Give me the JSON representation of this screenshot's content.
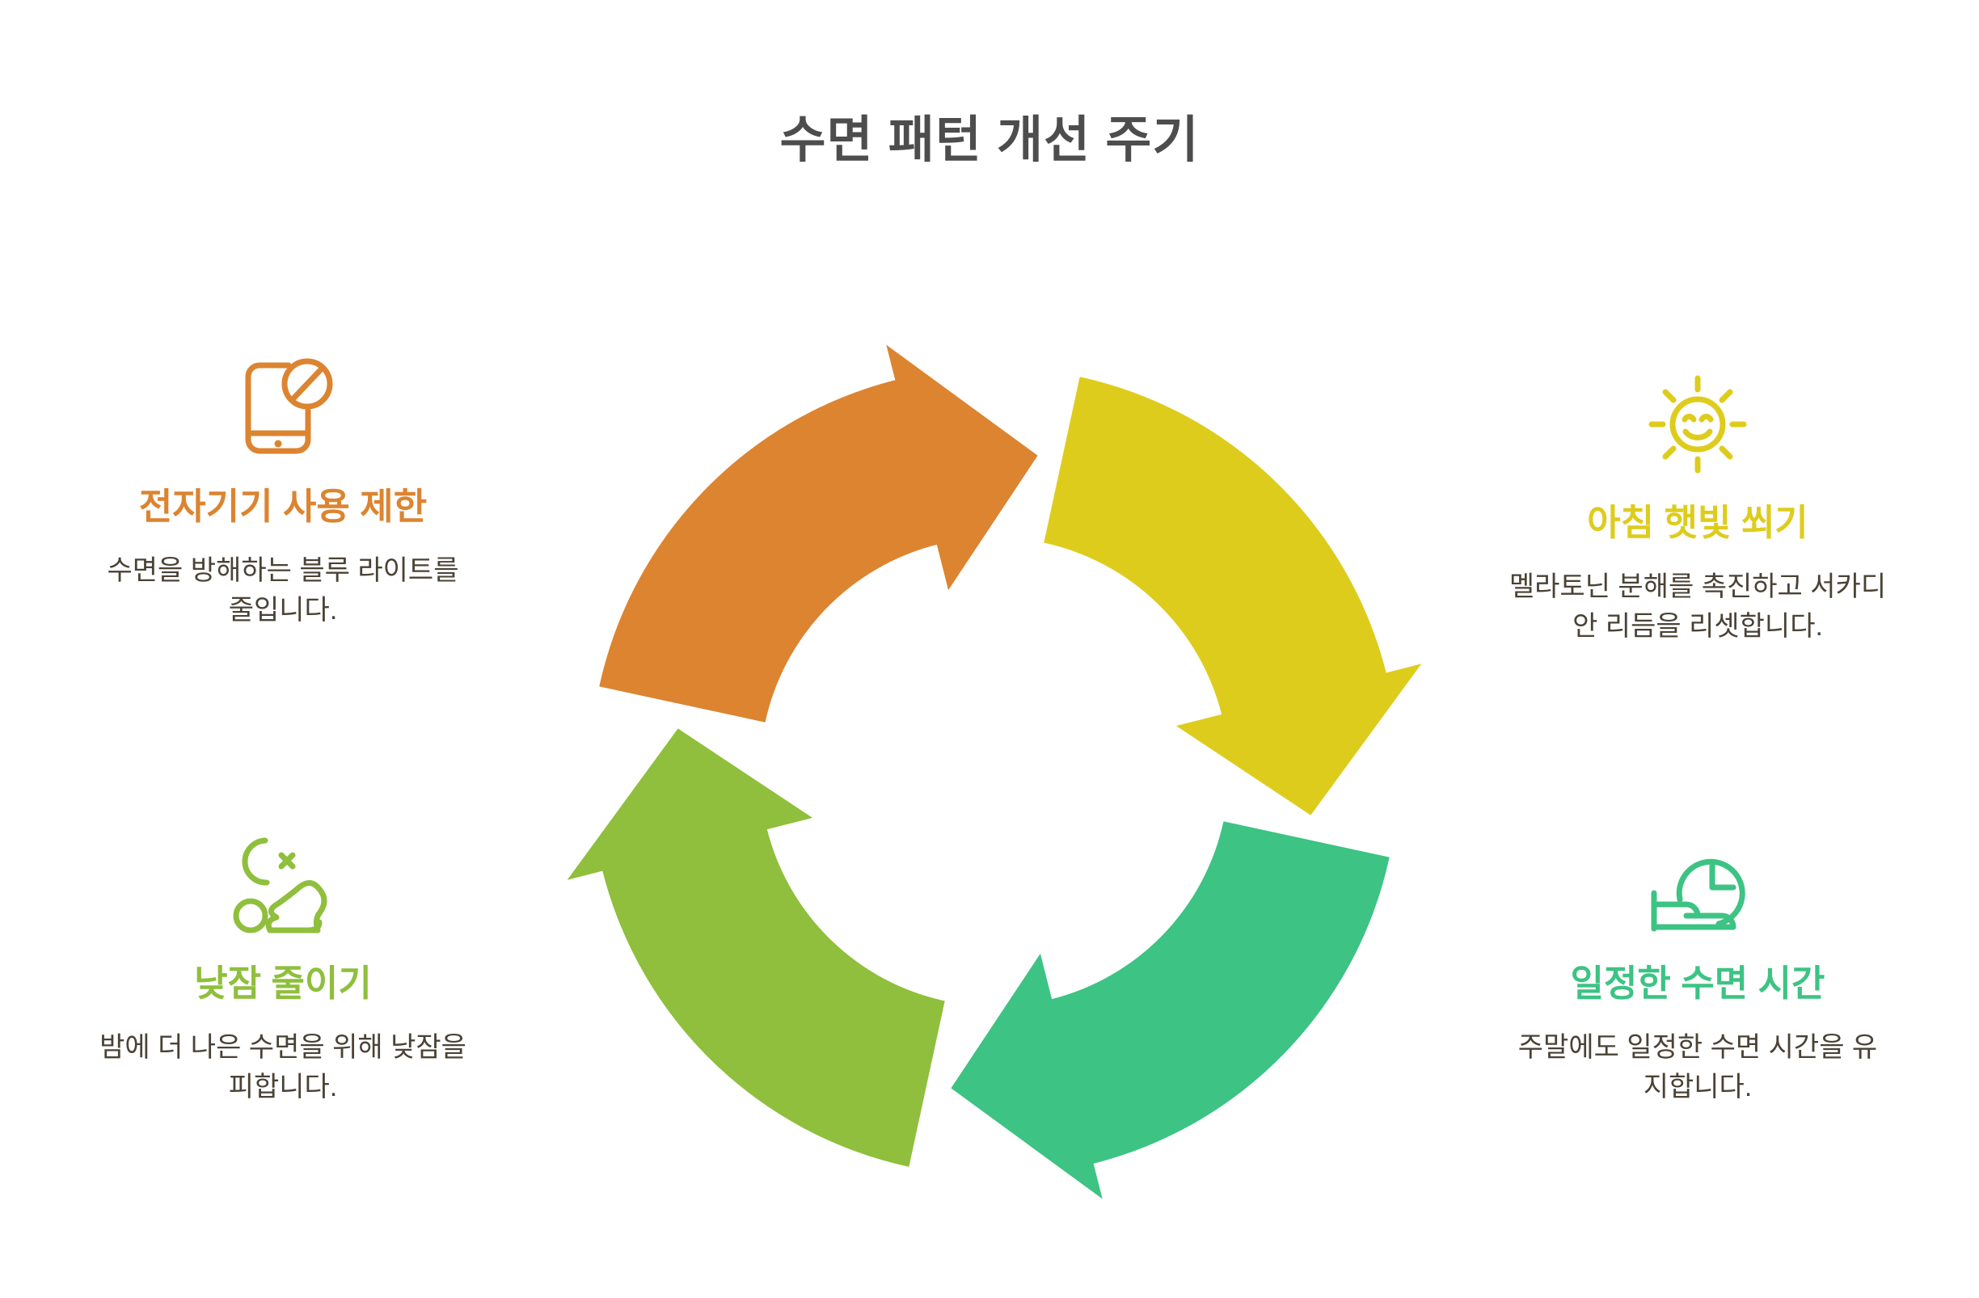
{
  "title": "수면 패턴 개선 주기",
  "colors": {
    "title": "#4d4d4d",
    "body_text": "#4a4236",
    "yellow": "#DECC1D",
    "green": "#3DC383",
    "lime": "#8FBF3C",
    "orange": "#DC8430",
    "background": "#FFFFFF"
  },
  "items": [
    {
      "id": "electronics",
      "title": "전자기기 사용 제한",
      "desc": "수면을 방해하는 블루 라이트를 줄입니다.",
      "color": "#DC8430",
      "icon": "phone-blocked-icon",
      "side": "left"
    },
    {
      "id": "nap",
      "title": "낮잠 줄이기",
      "desc": "밤에 더 나은 수면을 위해 낮잠을 피합니다.",
      "color": "#8FBF3C",
      "icon": "moon-sleeping-person-icon",
      "side": "left"
    },
    {
      "id": "sunlight",
      "title": "아침 햇빛 쐬기",
      "desc": "멜라토닌 분해를 촉진하고 서카디안 리듬을 리셋합니다.",
      "color": "#DECC1D",
      "icon": "smiling-sun-icon",
      "side": "right"
    },
    {
      "id": "schedule",
      "title": "일정한 수면 시간",
      "desc": "주말에도 일정한 수면 시간을 유지합니다.",
      "color": "#3DC383",
      "icon": "bed-clock-icon",
      "side": "right"
    }
  ],
  "chart_data": {
    "type": "pie",
    "title": "수면 패턴 개선 주기",
    "subtype": "cyclic-arrow-diagram",
    "direction": "clockwise",
    "segments": [
      {
        "label": "아침 햇빛 쐬기",
        "color": "#DECC1D",
        "start_deg": 0,
        "end_deg": 90,
        "value": 25
      },
      {
        "label": "일정한 수면 시간",
        "color": "#3DC383",
        "start_deg": 90,
        "end_deg": 180,
        "value": 25
      },
      {
        "label": "낮잠 줄이기",
        "color": "#8FBF3C",
        "start_deg": 180,
        "end_deg": 270,
        "value": 25
      },
      {
        "label": "전자기기 사용 제한",
        "color": "#DC8430",
        "start_deg": 270,
        "end_deg": 360,
        "value": 25
      }
    ],
    "legend": "none",
    "grid": false
  }
}
